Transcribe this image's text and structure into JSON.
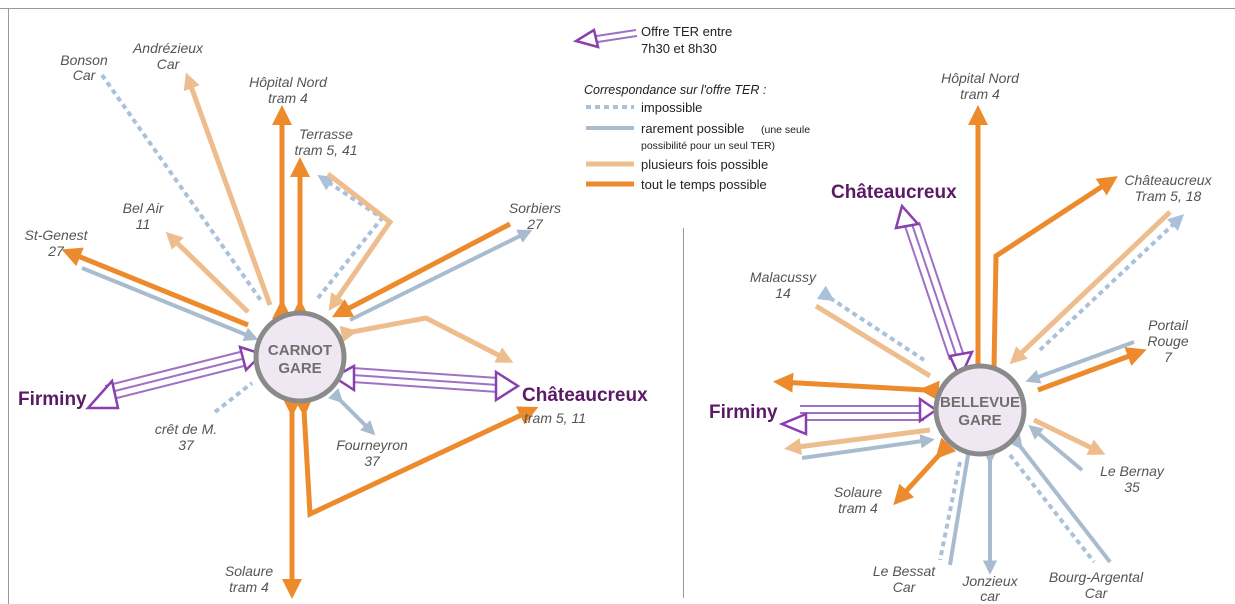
{
  "legend": {
    "ter_offer_line1": "Offre TER entre",
    "ter_offer_line2": "7h30 et 8h30",
    "correspondence_title": "Correspondance sur l'offre TER :",
    "impossible": "impossible",
    "rarely": "rarement possible",
    "rarely_note1": "(une seule",
    "rarely_note2": "possibilité pour un seul TER)",
    "several": "plusieurs fois possible",
    "always": "tout le temps possible"
  },
  "colors": {
    "ter_purple": "#a070c4",
    "ter_purple_dark": "#5b1a66",
    "impossible": "#a9c1d9",
    "rarely": "#a9bccf",
    "several": "#edbd8e",
    "always": "#ec8a2c",
    "hub_fill": "#efe8f3",
    "hub_stroke": "#8a8a8a"
  },
  "carnot": {
    "hub_line1": "CARNOT",
    "hub_line2": "GARE",
    "firminy": "Firminy",
    "chateaucreux": "Châteaucreux",
    "chateaucreux_sub": "tram 5, 11",
    "labels": {
      "bonson_1": "Bonson",
      "bonson_2": "Car",
      "andrezieux_1": "Andrézieux",
      "andrezieux_2": "Car",
      "hopital_1": "Hôpital Nord",
      "hopital_2": "tram 4",
      "terrasse_1": "Terrasse",
      "terrasse_2": "tram 5, 41",
      "belair_1": "Bel Air",
      "belair_2": "11",
      "stgenest_1": "St-Genest",
      "stgenest_2": "27",
      "sorbiers_1": "Sorbiers",
      "sorbiers_2": "27",
      "cret_1": "crêt de M.",
      "cret_2": "37",
      "fourneyron_1": "Fourneyron",
      "fourneyron_2": "37",
      "solaure_1": "Solaure",
      "solaure_2": "tram 4"
    }
  },
  "bellevue": {
    "hub_line1": "BELLEVUE",
    "hub_line2": "GARE",
    "firminy": "Firminy",
    "chateaucreux": "Châteaucreux",
    "labels": {
      "hopital_1": "Hôpital Nord",
      "hopital_2": "tram 4",
      "chat_1": "Châteaucreux",
      "chat_2": "Tram 5, 18",
      "malacussy_1": "Malacussy",
      "malacussy_2": "14",
      "portail_1": "Portail",
      "portail_2": "Rouge",
      "portail_3": "7",
      "bernay_1": "Le Bernay",
      "bernay_2": "35",
      "solaure_1": "Solaure",
      "solaure_2": "tram 4",
      "bessat_1": "Le Bessat",
      "bessat_2": "Car",
      "jonzieux_1": "Jonzieux",
      "jonzieux_2": "car",
      "bourg_1": "Bourg-Argental",
      "bourg_2": "Car"
    }
  }
}
